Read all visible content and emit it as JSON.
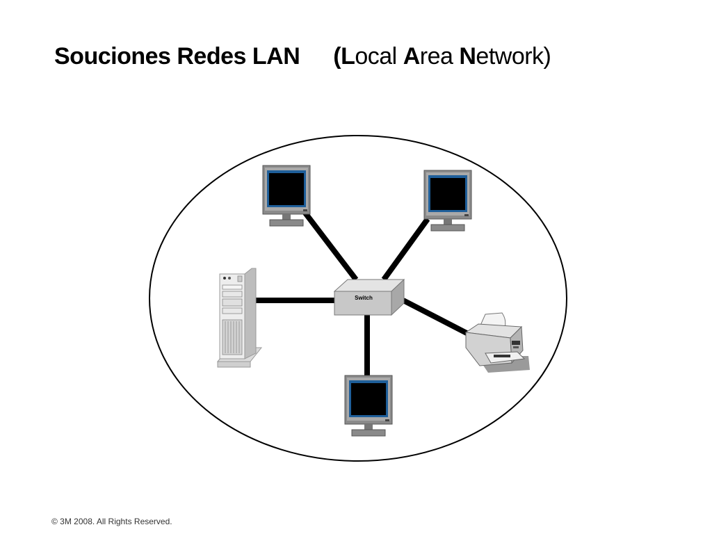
{
  "title": {
    "main": "Souciones Redes LAN",
    "open_paren": "(",
    "l_initial": "L",
    "l_rest": "ocal ",
    "a_initial": "A",
    "a_rest": "rea ",
    "n_initial": "N",
    "n_rest": "etwork)"
  },
  "diagram": {
    "switch_label": "Switch",
    "nodes": [
      "monitor-top-left",
      "monitor-top-right",
      "server-tower",
      "printer",
      "monitor-bottom"
    ],
    "colors": {
      "cable": "#000000",
      "switch_face": "#c8c8c8",
      "monitor_bezel": "#8a8a8a",
      "screen": "#000000",
      "screen_border": "#1f5f9a"
    }
  },
  "footer": {
    "copyright": "© 3M 2008.  All Rights Reserved."
  }
}
